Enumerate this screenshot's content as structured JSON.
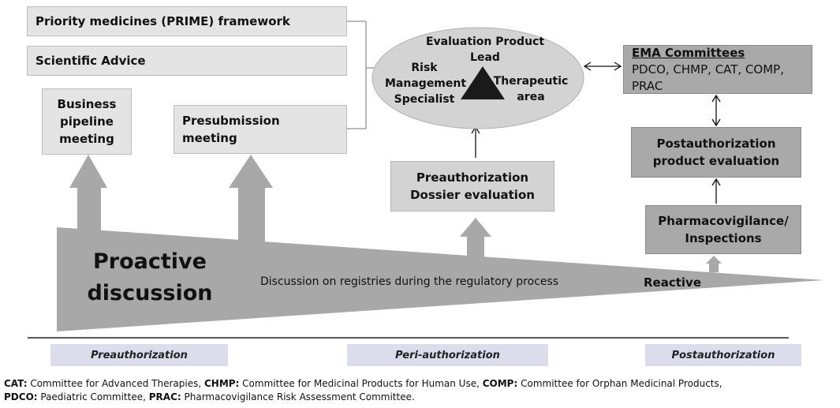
{
  "top_boxes": {
    "prime": "Priority medicines (PRIME) framework",
    "scientific_advice": "Scientific Advice",
    "business_pipeline": "Business pipeline meeting",
    "presubmission": "Presubmission meeting"
  },
  "ellipse": {
    "top_label": "Evaluation Product Lead",
    "left_label": "Risk Management Specialist",
    "right_label": "Therapeutic area"
  },
  "ema": {
    "title": "EMA Committees",
    "list": "PDCO, CHMP, CAT, COMP, PRAC"
  },
  "preauth_dossier": "Preauthorization Dossier evaluation",
  "postauth_eval": "Postauthorization product evaluation",
  "pharmacovigilance": "Pharmacovigilance/ Inspections",
  "wedge": {
    "proactive": "Proactive discussion",
    "middle": "Discussion on registries during the regulatory process",
    "reactive": "Reactive"
  },
  "phases": [
    "Preauthorization",
    "Peri-authorization",
    "Postauthorization"
  ],
  "footer": {
    "line1": [
      {
        "abbr": "CAT:",
        "text": " Committee for Advanced Therapies, "
      },
      {
        "abbr": "CHMP:",
        "text": " Committee for Medicinal Products for Human Use, "
      },
      {
        "abbr": "COMP:",
        "text": " Committee for Orphan Medicinal Products,"
      }
    ],
    "line2": [
      {
        "abbr": "PDCO:",
        "text": " Paediatric Committee, "
      },
      {
        "abbr": "PRAC:",
        "text": " Pharmacovigilance Risk Assessment Committee."
      }
    ]
  },
  "colors": {
    "light_box": "#e4e4e4",
    "mid_box": "#d3d3d3",
    "dark_box": "#a9a9a9",
    "wedge": "#a8a8a8",
    "phase_band": "#dcdcec"
  }
}
